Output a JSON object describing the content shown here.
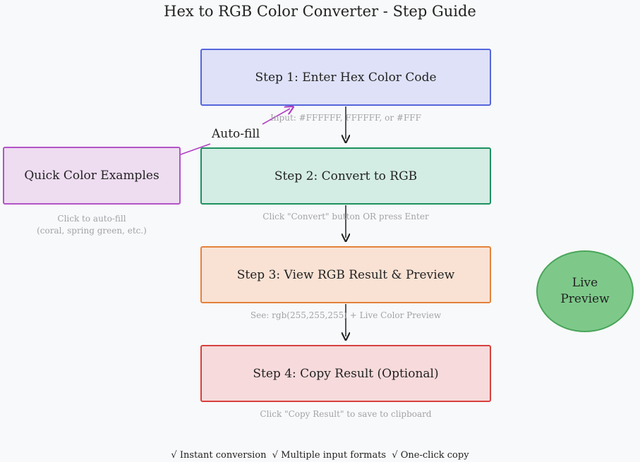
{
  "title": "Hex to RGB Color Converter - Step Guide",
  "steps": [
    {
      "label": "Step 1: Enter Hex Color Code",
      "hint": "Input: #FFFFFF, FFFFFF, or #FFF"
    },
    {
      "label": "Step 2: Convert to RGB",
      "hint": "Click \"Convert\" button OR press Enter"
    },
    {
      "label": "Step 3: View RGB Result & Preview",
      "hint": "See: rgb(255,255,255) + Live Color Preview"
    },
    {
      "label": "Step 4: Copy Result (Optional)",
      "hint": "Click \"Copy Result\" to save to clipboard"
    }
  ],
  "examples": {
    "label": "Quick Color Examples",
    "hint_line1": "Click to auto-fill",
    "hint_line2": "(coral, spring green, etc.)",
    "link_label": "Auto-fill"
  },
  "live_preview": {
    "line1": "Live",
    "line2": "Preview"
  },
  "footer": "√ Instant conversion  √ Multiple input formats  √ One-click copy",
  "colors": {
    "step1_fill": "#dee1f7",
    "step1_border": "#5566dd",
    "step2_fill": "#d3ece4",
    "step2_border": "#1e9160",
    "step3_fill": "#f9e2d4",
    "step3_border": "#e4823b",
    "step4_fill": "#f7dadb",
    "step4_border": "#d8403d",
    "examples_fill": "#eedcf1",
    "examples_border": "#b354c6",
    "live_fill": "#7ec98a",
    "live_border": "#4aa55a"
  }
}
